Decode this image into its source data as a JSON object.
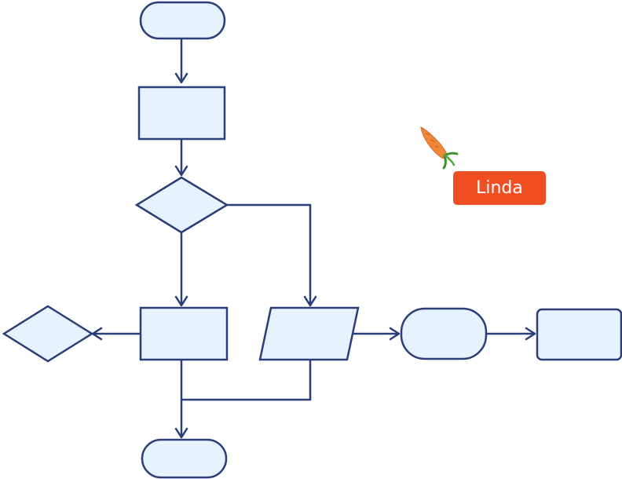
{
  "diagram": {
    "nodes": [
      {
        "id": "start",
        "shape": "terminator",
        "label": ""
      },
      {
        "id": "process-1",
        "shape": "process",
        "label": ""
      },
      {
        "id": "decision-1",
        "shape": "decision",
        "label": ""
      },
      {
        "id": "process-2",
        "shape": "process",
        "label": ""
      },
      {
        "id": "io-1",
        "shape": "data",
        "label": ""
      },
      {
        "id": "decision-2",
        "shape": "decision",
        "label": ""
      },
      {
        "id": "terminator-2",
        "shape": "terminator",
        "label": ""
      },
      {
        "id": "process-3",
        "shape": "process",
        "label": ""
      },
      {
        "id": "end",
        "shape": "terminator",
        "label": ""
      }
    ],
    "edges": [
      {
        "from": "start",
        "to": "process-1"
      },
      {
        "from": "process-1",
        "to": "decision-1"
      },
      {
        "from": "decision-1",
        "to": "process-2"
      },
      {
        "from": "decision-1",
        "to": "io-1"
      },
      {
        "from": "process-2",
        "to": "decision-2"
      },
      {
        "from": "io-1",
        "to": "terminator-2"
      },
      {
        "from": "terminator-2",
        "to": "process-3"
      },
      {
        "from": "process-2",
        "to": "end"
      },
      {
        "from": "io-1",
        "to": "end"
      }
    ]
  },
  "collaborator": {
    "name": "Linda",
    "color": "#f04e23",
    "cursor_icon": "carrot-icon"
  },
  "colors": {
    "node_fill": "#e6f2fd",
    "node_stroke": "#2c3e7a"
  }
}
